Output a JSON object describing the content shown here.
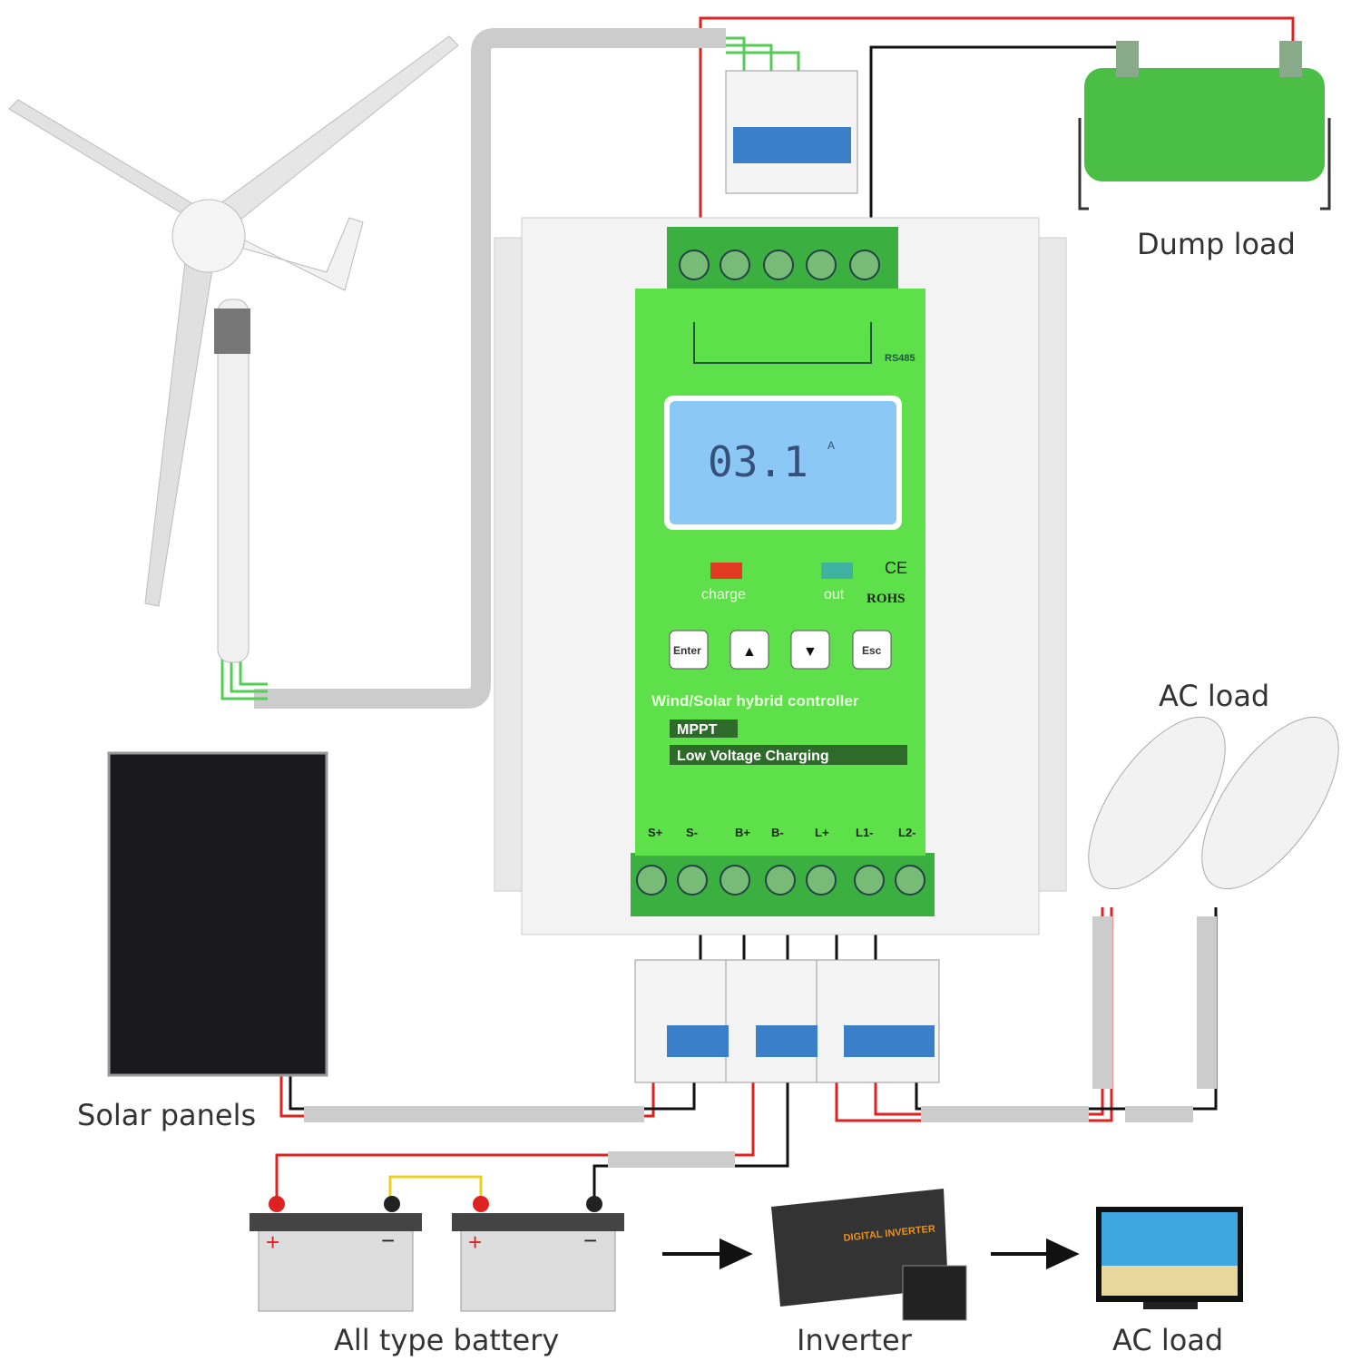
{
  "labels": {
    "dump_load": "Dump load",
    "ac_load_top": "AC load",
    "solar_panels": "Solar panels",
    "battery": "All type battery",
    "inverter": "Inverter",
    "ac_load_bottom": "AC load"
  },
  "controller": {
    "title": "Wind/Solar hybrid controller",
    "feature_1": "MPPT",
    "feature_2": "Low Voltage Charging",
    "rs485": "RS485",
    "lcd_value": "03.1",
    "lcd_unit": "A",
    "led_charge": "charge",
    "led_out": "out",
    "cert_ce": "CE",
    "cert_rohs": "ROHS",
    "buttons": {
      "enter": "Enter",
      "up": "▲",
      "down": "▼",
      "esc": "Esc"
    },
    "terminals": [
      "S+",
      "S-",
      "B+",
      "B-",
      "L+",
      "L1-",
      "L2-"
    ],
    "led_charge_color": "#e23a22",
    "led_out_color": "#3fb3a0",
    "panel_color": "#5ee04a"
  },
  "inverter_logo": "DIGITAL INVERTER",
  "battery_marks": {
    "plus": "+",
    "minus": "−"
  }
}
